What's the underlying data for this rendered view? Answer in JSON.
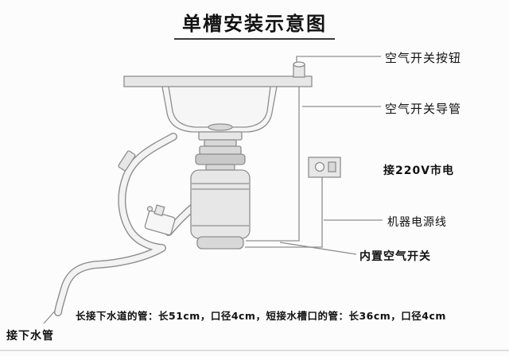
{
  "title": "单槽安装示意图",
  "labels": {
    "air_switch_button": "空气开关按钮",
    "air_switch_tube": "空气开关导管",
    "mains_220v": "接220V市电",
    "power_cord": "机器电源线",
    "built_in_air_switch": "内置空气开关",
    "drain_pipe": "接下水管",
    "pipe_spec_note": "长接下水道的管：长51cm，口径4cm，短接水槽口的管：长36cm，口径4cm"
  },
  "diagram": {
    "type": "installation-schematic",
    "parts": [
      "countertop",
      "sink-basin",
      "mounting-flange",
      "disposal-unit",
      "air-switch-button",
      "air-switch-tube",
      "power-outlet",
      "power-cord",
      "hose-fitting",
      "drain-hose"
    ]
  },
  "colors": {
    "line": "#8e8e8e",
    "text": "#111111",
    "background": "#fcfcfc"
  }
}
